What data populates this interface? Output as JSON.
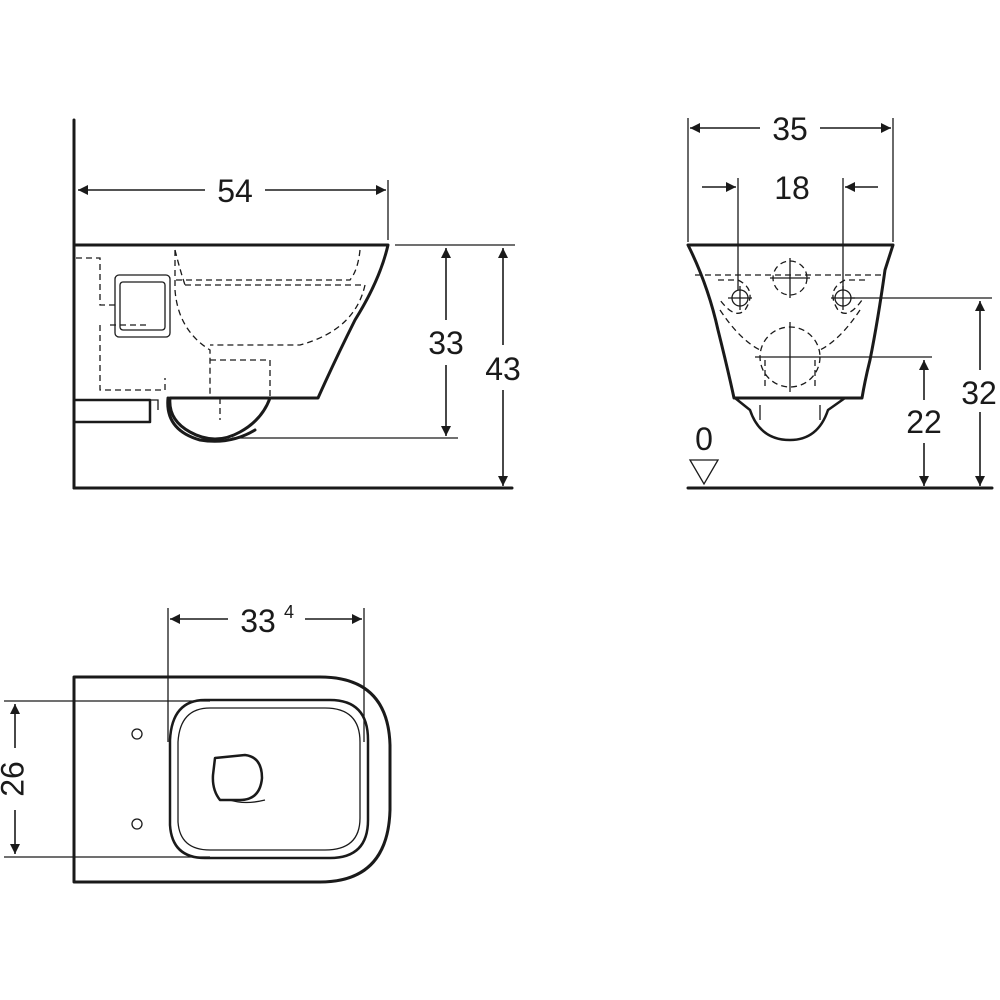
{
  "side_view": {
    "length_label": "54",
    "bowl_height_label": "33",
    "total_height_label": "43"
  },
  "front_view": {
    "width_label": "35",
    "fixing_spacing_label": "18",
    "floor_level_label": "0",
    "outlet_height_label": "22",
    "fixing_height_label": "32"
  },
  "top_view": {
    "bowl_length_label": "33",
    "bowl_length_superscript": "4",
    "bowl_width_label": "26"
  }
}
